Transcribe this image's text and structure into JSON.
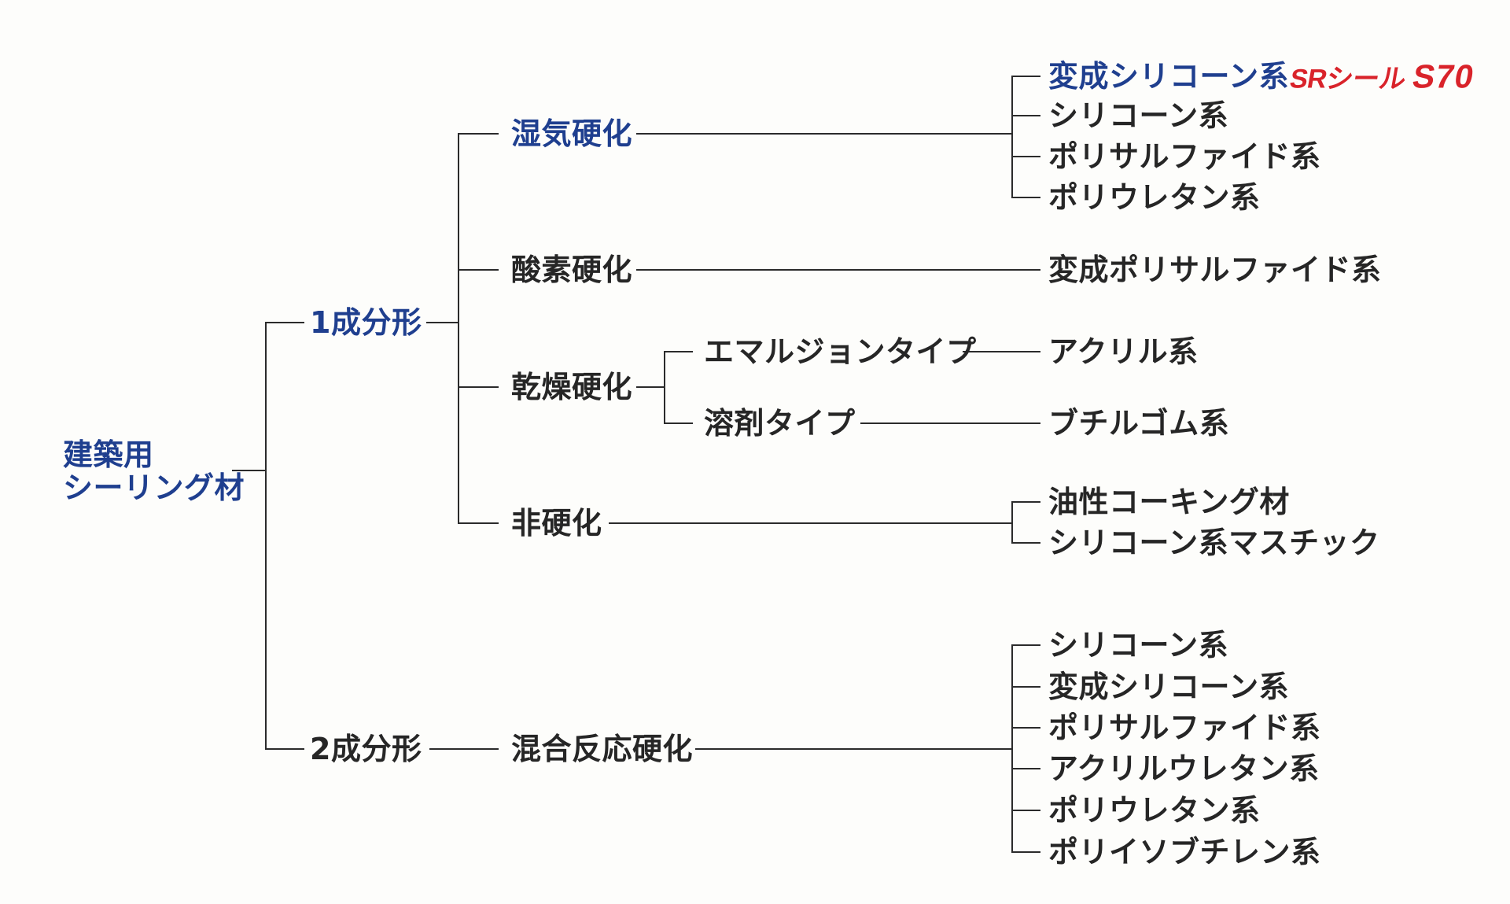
{
  "colors": {
    "accent_blue": "#1f3f8f",
    "brand_red": "#d9232a",
    "text": "#262626",
    "line": "#2b2b2b"
  },
  "tree": {
    "root": {
      "line1": "建築用",
      "line2": "シーリング材"
    },
    "one_component": {
      "label": "1成分形",
      "moisture": {
        "label": "湿気硬化",
        "items": [
          "変成シリコーン系",
          "シリコーン系",
          "ポリサルファイド系",
          "ポリウレタン系"
        ],
        "brand": {
          "name": "SRシール",
          "model": "S70"
        }
      },
      "oxygen": {
        "label": "酸素硬化",
        "items": [
          "変成ポリサルファイド系"
        ]
      },
      "drying": {
        "label": "乾燥硬化",
        "emulsion": {
          "label": "エマルジョンタイプ",
          "item": "アクリル系"
        },
        "solvent": {
          "label": "溶剤タイプ",
          "item": "ブチルゴム系"
        }
      },
      "noncuring": {
        "label": "非硬化",
        "items": [
          "油性コーキング材",
          "シリコーン系マスチック"
        ]
      }
    },
    "two_component": {
      "label": "2成分形",
      "mixed": {
        "label": "混合反応硬化",
        "items": [
          "シリコーン系",
          "変成シリコーン系",
          "ポリサルファイド系",
          "アクリルウレタン系",
          "ポリウレタン系",
          "ポリイソブチレン系"
        ]
      }
    }
  }
}
